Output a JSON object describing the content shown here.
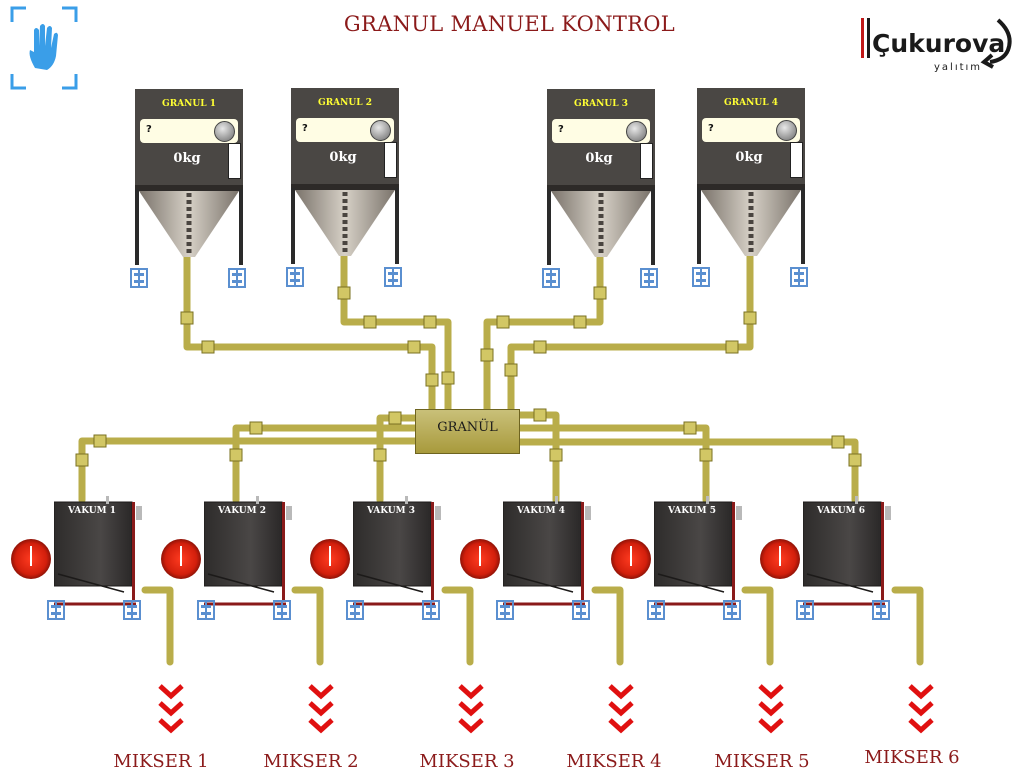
{
  "page": {
    "title": "GRANUL MANUEL KONTROL"
  },
  "logo": {
    "brand": "Çukurova",
    "tagline": "yalıtım"
  },
  "hub": {
    "label": "GRANÜL"
  },
  "silos": [
    {
      "name": "GRANUL 1",
      "selected": "?",
      "weight": "0kg"
    },
    {
      "name": "GRANUL 2",
      "selected": "?",
      "weight": "0kg"
    },
    {
      "name": "GRANUL 3",
      "selected": "?",
      "weight": "0kg"
    },
    {
      "name": "GRANUL 4",
      "selected": "?",
      "weight": "0kg"
    }
  ],
  "vacuums": [
    {
      "name": "VAKUM 1"
    },
    {
      "name": "VAKUM 2"
    },
    {
      "name": "VAKUM 3"
    },
    {
      "name": "VAKUM 4"
    },
    {
      "name": "VAKUM 5"
    },
    {
      "name": "VAKUM 6"
    }
  ],
  "mixers": [
    {
      "name": "MIKSER 1"
    },
    {
      "name": "MIKSER 2"
    },
    {
      "name": "MIKSER 3"
    },
    {
      "name": "MIKSER 4"
    },
    {
      "name": "MIKSER 5"
    },
    {
      "name": "MIKSER 6"
    }
  ],
  "colors": {
    "title": "#8b1a1a",
    "pipe": "#b9ad4a",
    "silo_label": "#ffff33",
    "valve": "#5a8fd0",
    "tank": "#3a3838",
    "arrow": "#e01010",
    "hand": "#3a9ee8"
  },
  "icons": {
    "manual": "hand-icon",
    "gauge": "pressure-gauge-icon",
    "valve": "valve-icon",
    "flow": "chevron-down-icon"
  }
}
